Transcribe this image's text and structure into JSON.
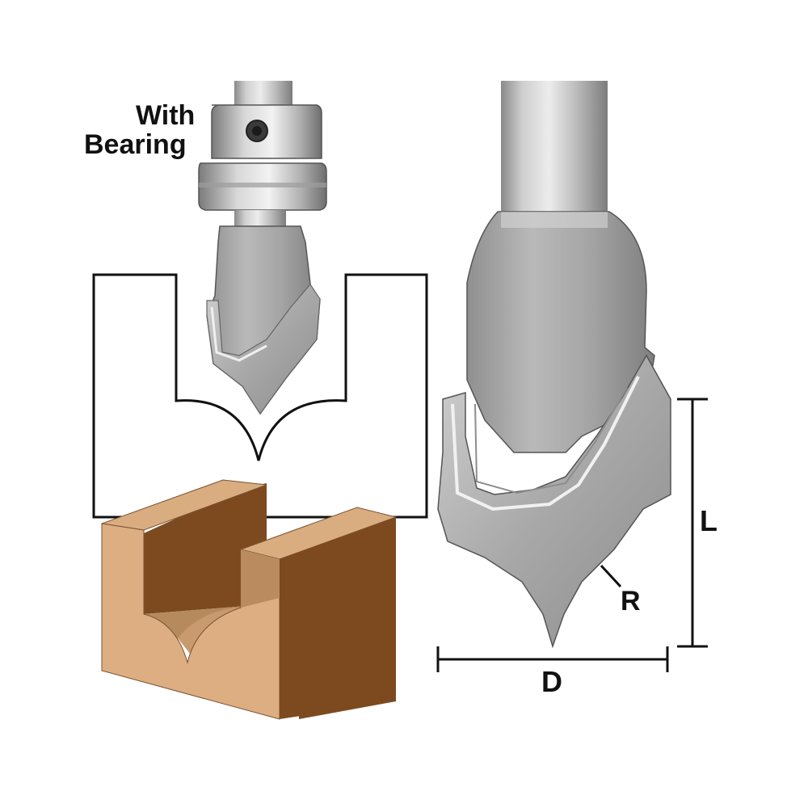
{
  "labels": {
    "with_bearing_line1": "With",
    "with_bearing_line2": "Bearing",
    "length": "L",
    "radius": "R",
    "diameter": "D"
  },
  "colors": {
    "steel_light": "#d4d4d4",
    "steel_mid": "#a9a9a9",
    "steel_dark": "#6f6f6f",
    "wood_top": "#d9ad80",
    "wood_front": "#7d4a20",
    "wood_side": "#b78a5e",
    "outline": "#111111"
  }
}
